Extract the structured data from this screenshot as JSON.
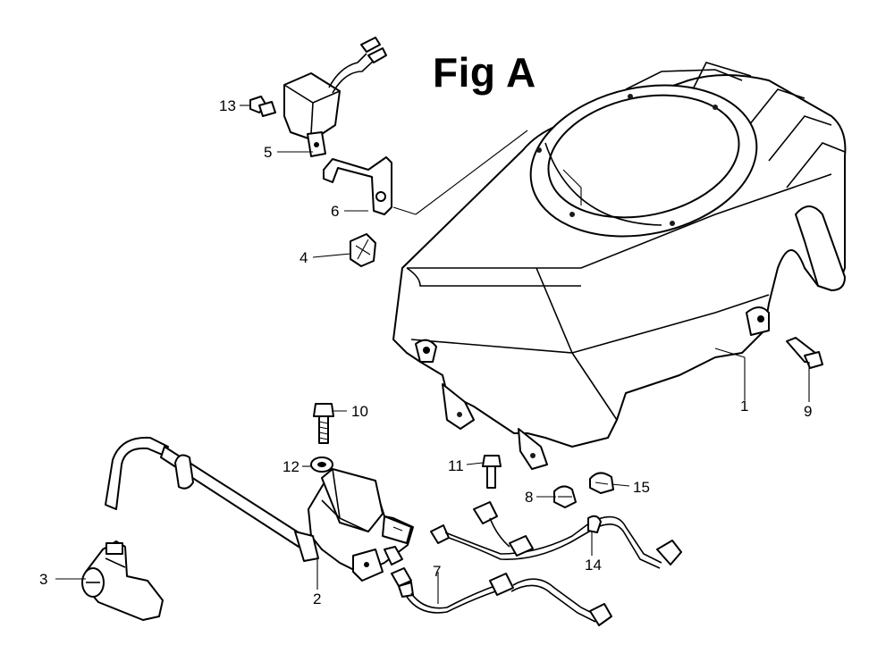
{
  "figure": {
    "title": "Fig A"
  },
  "callouts": {
    "shroud": "1",
    "ignition_coil": "2",
    "spark_plug_cap": "3",
    "clip_4": "4",
    "module_5": "5",
    "bracket_6": "6",
    "wire_7": "7",
    "clamp_8": "8",
    "bolt_9": "9",
    "bolt_10": "10",
    "bolt_11": "11",
    "washer_12": "12",
    "screw_13": "13",
    "wire_14": "14",
    "clamp_15": "15"
  }
}
